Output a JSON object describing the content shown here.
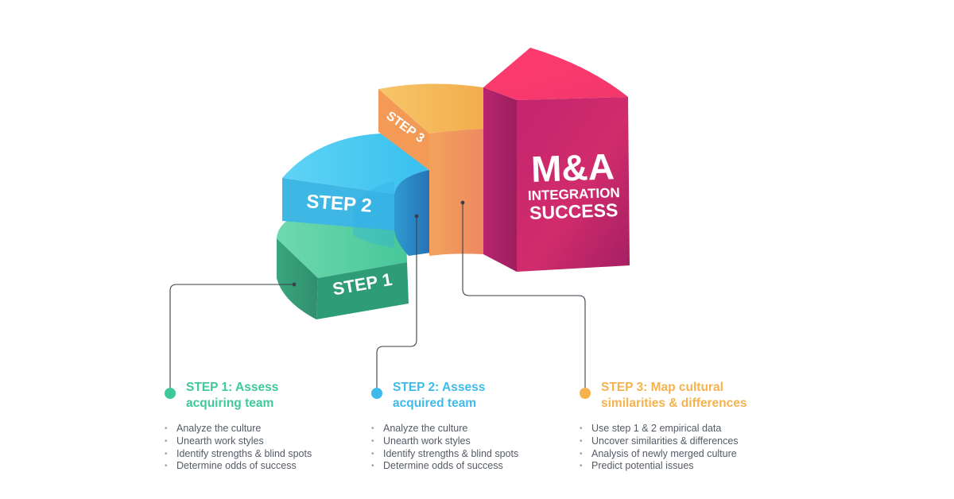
{
  "diagram": {
    "tier_labels": {
      "step1": "STEP 1",
      "step2": "STEP 2",
      "step3": "STEP 3"
    },
    "top_label": {
      "line1": "M&A",
      "line2": "INTEGRATION",
      "line3": "SUCCESS"
    }
  },
  "steps": [
    {
      "title": "STEP 1: Assess\nacquiring team",
      "color": "#3ec99b",
      "bullets": [
        "Analyze the culture",
        "Unearth work styles",
        "Identify strengths & blind spots",
        "Determine odds of success"
      ]
    },
    {
      "title": "STEP 2: Assess\nacquired team",
      "color": "#3ebbea",
      "bullets": [
        "Analyze the culture",
        "Unearth work styles",
        "Identify strengths & blind spots",
        "Determine odds of success"
      ]
    },
    {
      "title": "STEP 3: Map cultural\n similarities & differences",
      "color": "#f6b24d",
      "bullets": [
        "Use step 1 & 2 empirical data",
        "Uncover similarities & differences",
        "Analysis of newly merged culture",
        "Predict potential issues"
      ]
    }
  ],
  "colors": {
    "step1": "#3ec99b",
    "step2": "#3ebbea",
    "step3": "#f6b24d",
    "success": "#e62e6e",
    "connector": "#3a3f4a"
  }
}
